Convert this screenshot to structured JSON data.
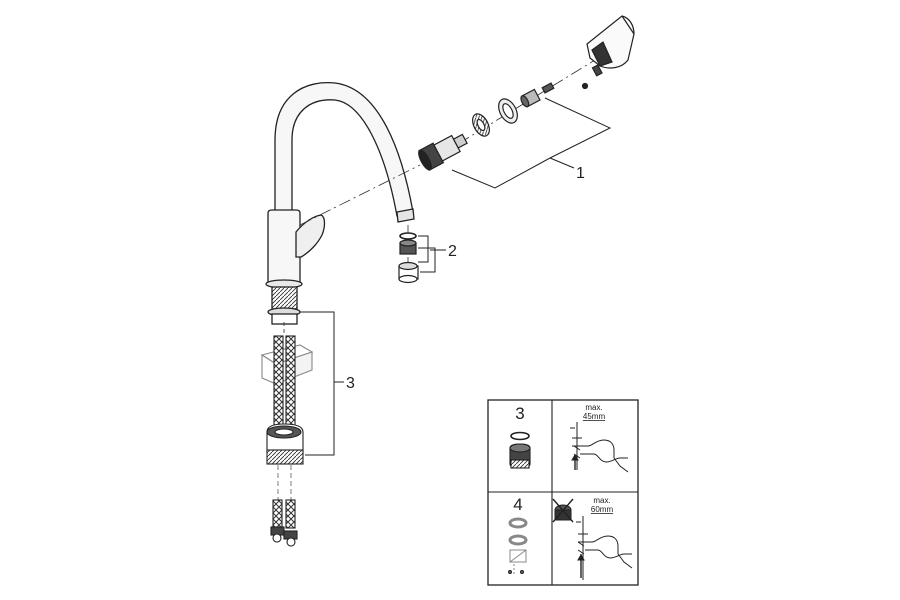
{
  "callouts": {
    "cartridge_set": "1",
    "aerator_set": "2",
    "hose_set": "3"
  },
  "install_table": {
    "row1": {
      "number": "3",
      "max_label": "max.",
      "max_value": "45mm"
    },
    "row2": {
      "number": "4",
      "max_label": "max.",
      "max_value": "60mm"
    }
  },
  "colors": {
    "line": "#222222",
    "fill_light": "#f2f2f2",
    "fill_mid": "#bdbdbd",
    "fill_dark": "#3a3a3a"
  }
}
